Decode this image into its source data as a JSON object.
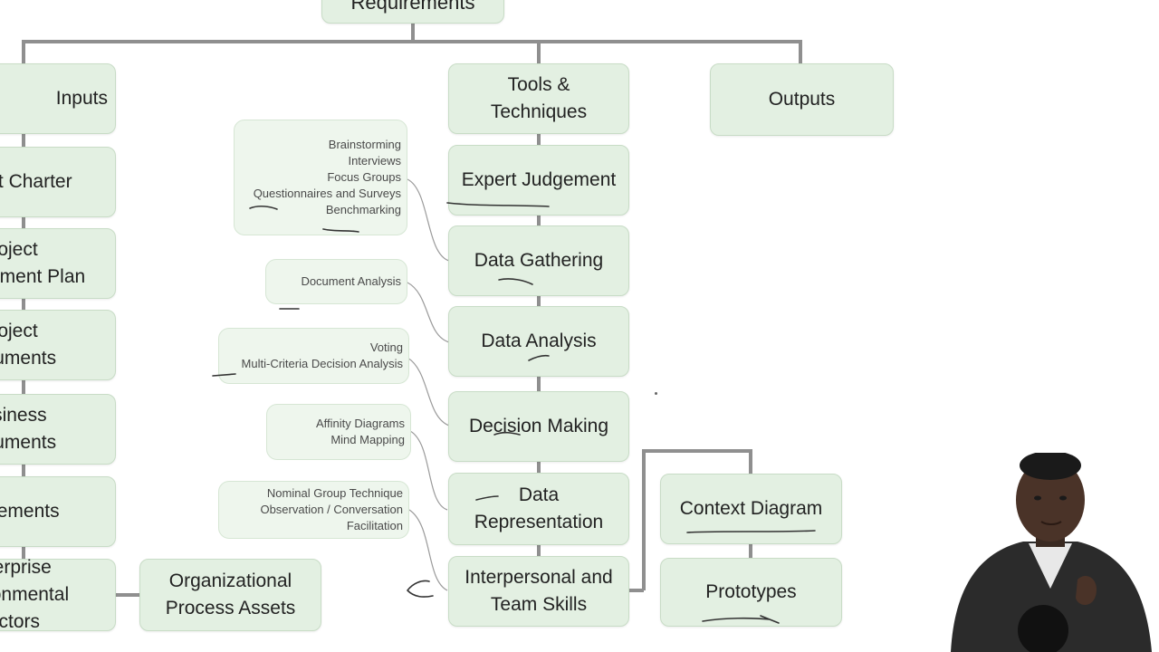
{
  "diagram": {
    "root": "Requirements",
    "columns": {
      "inputs": "Inputs",
      "tools": "Tools &\nTechniques",
      "outputs": "Outputs"
    },
    "inputs": [
      "Project Charter",
      "Project\nManagement Plan",
      "Project\nDocuments",
      "Business\nDocuments",
      "Agreements",
      "Enterprise\nEnvironmental\nFactors"
    ],
    "opa": "Organizational\nProcess Assets",
    "tools": [
      "Expert Judgement",
      "Data Gathering",
      "Data Analysis",
      "Decision Making",
      "Data\nRepresentation",
      "Interpersonal and\nTeam Skills"
    ],
    "callouts": {
      "data_gathering": "Brainstorming\nInterviews\nFocus Groups\nQuestionnaires and Surveys\nBenchmarking",
      "data_analysis": "Document Analysis",
      "decision_making": "Voting\nMulti-Criteria Decision Analysis",
      "data_representation": "Affinity Diagrams\nMind Mapping",
      "interpersonal": "Nominal Group Technique\nObservation / Conversation\nFacilitation"
    },
    "outputs_sub": [
      "Context Diagram",
      "Prototypes"
    ]
  },
  "colors": {
    "box_fill": "#e3f0e2",
    "box_border": "#c8dcc6",
    "connector": "#8c8c8c",
    "ink": "#333333"
  }
}
